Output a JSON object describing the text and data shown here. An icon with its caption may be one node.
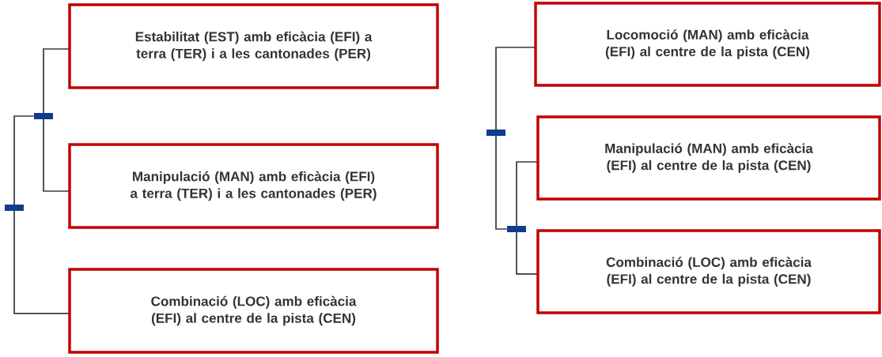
{
  "diagram": {
    "nodes": [
      {
        "text": [
          "Estabilitat (EST) amb eficàcia (EFI) a terra (TER) i a les cantonades (PER)"
        ]
      },
      {
        "text": [
          "Manipulació (MAN) amb eficàcia (EFI) a terra (TER) i a les cantonades (PER)"
        ]
      },
      {
        "text": [
          "Combinació (LOC) amb eficàcia (EFI) al centre de la pista (CEN)"
        ]
      },
      {
        "text": [
          "Locomoció (MAN) amb eficàcia (EFI) al centre de la pista (CEN)"
        ]
      },
      {
        "text": [
          "Manipulació (MAN) amb eficàcia (EFI) al centre de la pista (CEN)"
        ]
      },
      {
        "text": [
          "Combinació (LOC) amb eficàcia (EFI) al centre de la pista (CEN)"
        ]
      },
      {
        "text": [],
        "shape": "bar"
      },
      {
        "text": [],
        "shape": "bar"
      },
      {
        "text": [],
        "shape": "bar"
      },
      {
        "text": [],
        "shape": "bar"
      }
    ],
    "edges": [
      {
        "from": 6,
        "to": 7,
        "arrow": "none"
      },
      {
        "from": 6,
        "to": 2,
        "arrow": "none"
      },
      {
        "from": 7,
        "to": 0,
        "arrow": "none"
      },
      {
        "from": 7,
        "to": 1,
        "arrow": "none"
      },
      {
        "from": 8,
        "to": 3,
        "arrow": "none"
      },
      {
        "from": 8,
        "to": 9,
        "arrow": "none"
      },
      {
        "from": 9,
        "to": 4,
        "arrow": "none"
      },
      {
        "from": 9,
        "to": 5,
        "arrow": "none"
      }
    ]
  }
}
